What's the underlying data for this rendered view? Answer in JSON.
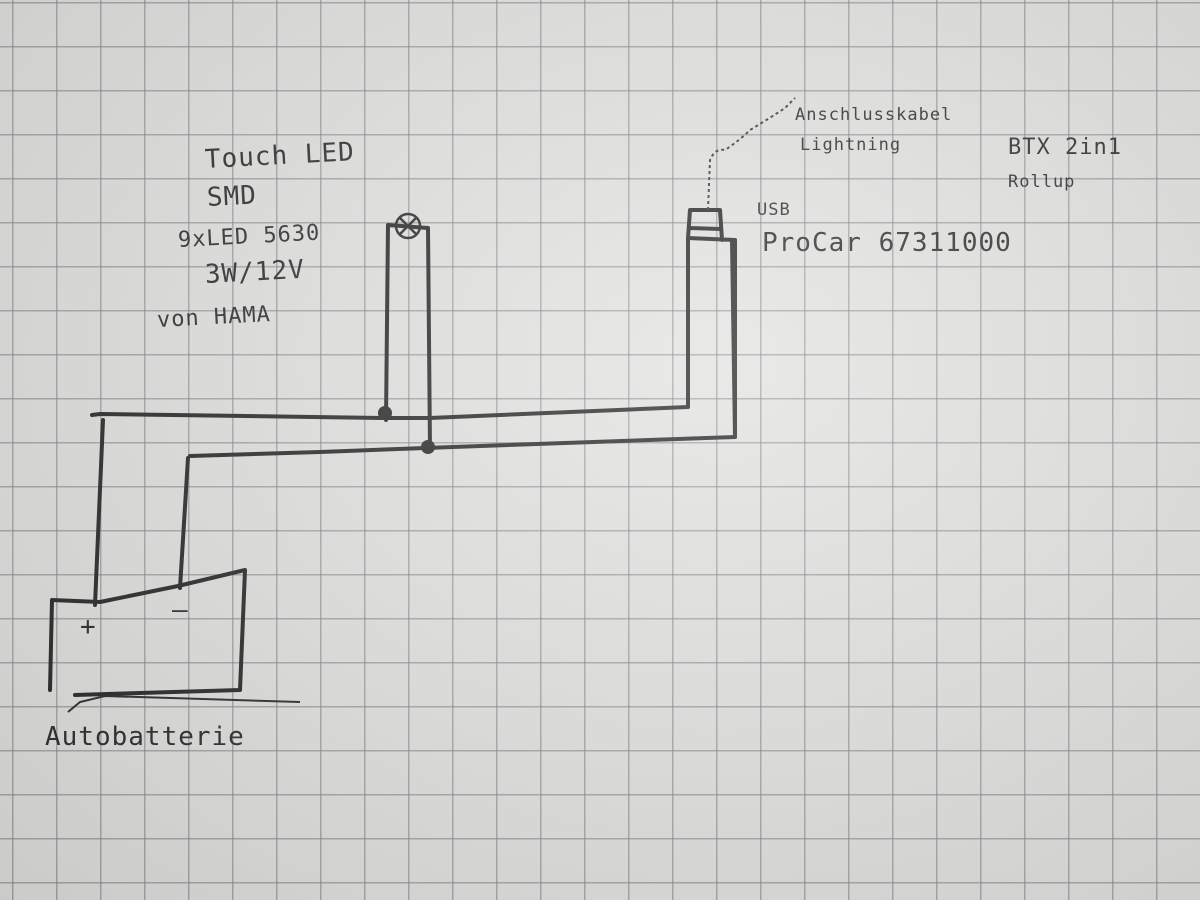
{
  "led_lamp": {
    "line1": "Touch LED",
    "line2": "SMD",
    "line3": "9xLED 5630",
    "line4": "3W/12V",
    "line5": "von HAMA"
  },
  "usb_adapter": {
    "line1": "USB",
    "line2": "ProCar 67311000"
  },
  "cable": {
    "line1": "Anschlusskabel",
    "line2": "Lightning"
  },
  "device": {
    "line1": "BTX 2in1",
    "line2": "Rollup"
  },
  "battery": {
    "plus": "+",
    "minus": "—",
    "label": "Autobatterie"
  },
  "colors": {
    "ink": "#2a2a2a",
    "paper": "#e2e2e0",
    "grid": "#787880"
  }
}
